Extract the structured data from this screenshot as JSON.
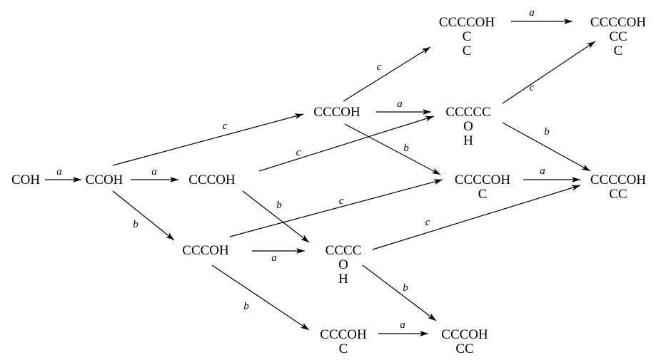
{
  "nodes": [
    {
      "id": "n_coh",
      "lines": [
        "COH"
      ]
    },
    {
      "id": "n_ccoh",
      "lines": [
        "CCOH"
      ]
    },
    {
      "id": "n_cccoh_a",
      "lines": [
        "CCCOH"
      ]
    },
    {
      "id": "n_cccoh_b",
      "lines": [
        "CCCOH"
      ]
    },
    {
      "id": "n_cccoh_c",
      "lines": [
        "CCCOH"
      ]
    },
    {
      "id": "n_ccccoh_cc_top",
      "lines": [
        "CCCCOH",
        "C",
        "C"
      ]
    },
    {
      "id": "n_ccccoh_ccc_top",
      "lines": [
        "CCCCOH",
        "CC",
        "C"
      ]
    },
    {
      "id": "n_ccccc_oh",
      "lines": [
        "CCCCC",
        "O",
        "H"
      ]
    },
    {
      "id": "n_ccccoh_c",
      "lines": [
        "CCCCOH",
        "C"
      ]
    },
    {
      "id": "n_ccccoh_cc",
      "lines": [
        "CCCCOH",
        "CC"
      ]
    },
    {
      "id": "n_cccc_oh",
      "lines": [
        "CCCC",
        "O",
        "H"
      ]
    },
    {
      "id": "n_cccoh_c_bottom",
      "lines": [
        "CCCOH",
        "C"
      ]
    },
    {
      "id": "n_cccoh_cc_bottom",
      "lines": [
        "CCCOH",
        "CC"
      ]
    }
  ],
  "edges": [
    {
      "from": "n_coh",
      "to": "n_ccoh",
      "label": "a"
    },
    {
      "from": "n_ccoh",
      "to": "n_cccoh_a",
      "label": "a"
    },
    {
      "from": "n_ccoh",
      "to": "n_cccoh_c",
      "label": "c"
    },
    {
      "from": "n_ccoh",
      "to": "n_cccoh_b",
      "label": "b"
    },
    {
      "from": "n_cccoh_c",
      "to": "n_ccccoh_cc_top",
      "label": "c"
    },
    {
      "from": "n_cccoh_c",
      "to": "n_ccccc_oh",
      "label": "a"
    },
    {
      "from": "n_cccoh_c",
      "to": "n_ccccoh_c",
      "label": "b"
    },
    {
      "from": "n_cccoh_a",
      "to": "n_ccccc_oh",
      "label": "c"
    },
    {
      "from": "n_cccoh_a",
      "to": "n_cccc_oh",
      "label": "b"
    },
    {
      "from": "n_cccoh_b",
      "to": "n_ccccoh_c",
      "label": "c"
    },
    {
      "from": "n_cccoh_b",
      "to": "n_cccc_oh",
      "label": "a"
    },
    {
      "from": "n_cccoh_b",
      "to": "n_cccoh_c_bottom",
      "label": "b"
    },
    {
      "from": "n_ccccoh_cc_top",
      "to": "n_ccccoh_ccc_top",
      "label": "a"
    },
    {
      "from": "n_ccccc_oh",
      "to": "n_ccccoh_ccc_top",
      "label": "c"
    },
    {
      "from": "n_ccccc_oh",
      "to": "n_ccccoh_cc",
      "label": "b"
    },
    {
      "from": "n_ccccoh_c",
      "to": "n_ccccoh_cc",
      "label": "a"
    },
    {
      "from": "n_cccc_oh",
      "to": "n_ccccoh_cc",
      "label": "c"
    },
    {
      "from": "n_cccc_oh",
      "to": "n_cccoh_cc_bottom",
      "label": "b"
    },
    {
      "from": "n_cccoh_c_bottom",
      "to": "n_cccoh_cc_bottom",
      "label": "a"
    }
  ]
}
